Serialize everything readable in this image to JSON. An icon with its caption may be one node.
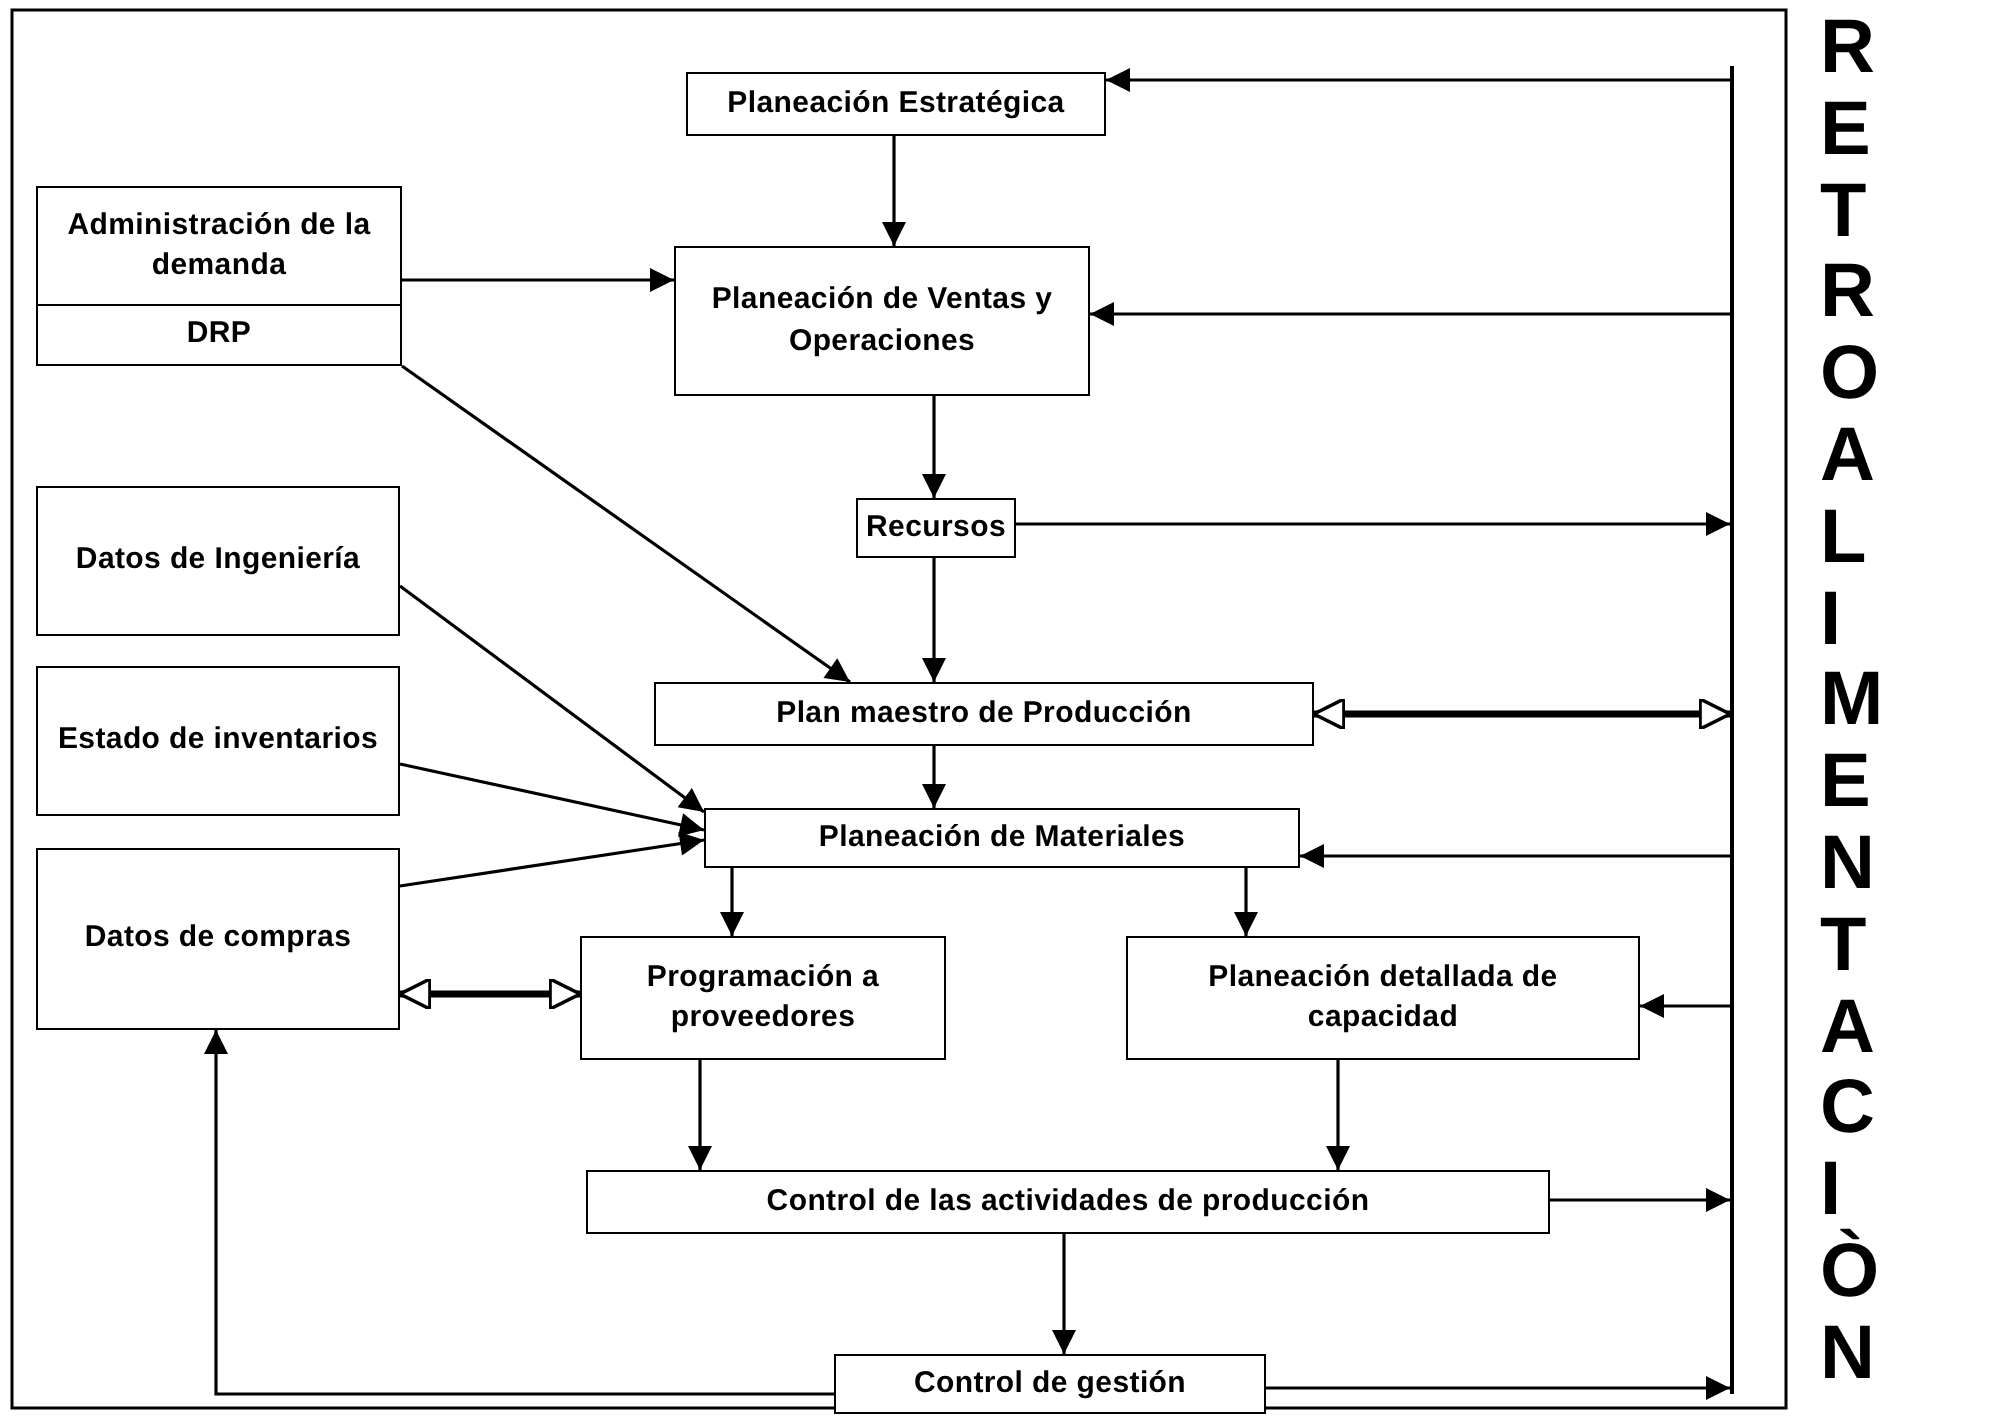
{
  "diagram": {
    "nodes": [
      {
        "text": [
          "Planeación Estratégica"
        ]
      },
      {
        "text": [
          "Administración de la demanda",
          "DRP"
        ]
      },
      {
        "text": [
          "Planeación de Ventas y Operaciones"
        ]
      },
      {
        "text": [
          "Recursos"
        ]
      },
      {
        "text": [
          "Datos de Ingeniería"
        ]
      },
      {
        "text": [
          "Plan maestro de Producción"
        ]
      },
      {
        "text": [
          "Estado de inventarios"
        ]
      },
      {
        "text": [
          "Planeación de Materiales"
        ]
      },
      {
        "text": [
          "Datos de compras"
        ]
      },
      {
        "text": [
          "Programación a proveedores"
        ]
      },
      {
        "text": [
          "Planeación detallada de capacidad"
        ]
      },
      {
        "text": [
          "Control de las actividades de producción"
        ]
      },
      {
        "text": [
          "Control de gestión"
        ]
      },
      {
        "text": [],
        "shape": "bar",
        "beside": [
          "RETROALIMENTACIÒN"
        ]
      }
    ],
    "edges": [
      {
        "from": 0,
        "to": 2,
        "arrow": "to"
      },
      {
        "from": 1,
        "to": 2,
        "arrow": "to"
      },
      {
        "from": 1,
        "to": 5,
        "arrow": "to"
      },
      {
        "from": 2,
        "to": 3,
        "arrow": "to"
      },
      {
        "from": 3,
        "to": 5,
        "arrow": "to"
      },
      {
        "from": 3,
        "to": 13,
        "arrow": "to"
      },
      {
        "from": 13,
        "to": 0,
        "arrow": "to"
      },
      {
        "from": 13,
        "to": 2,
        "arrow": "to"
      },
      {
        "from": 5,
        "to": 13,
        "arrow": "both",
        "style": "thick"
      },
      {
        "from": 5,
        "to": 7,
        "arrow": "to"
      },
      {
        "from": 4,
        "to": 7,
        "arrow": "to"
      },
      {
        "from": 6,
        "to": 7,
        "arrow": "to"
      },
      {
        "from": 8,
        "to": 7,
        "arrow": "to"
      },
      {
        "from": 7,
        "to": 9,
        "arrow": "to"
      },
      {
        "from": 7,
        "to": 10,
        "arrow": "to"
      },
      {
        "from": 13,
        "to": 7,
        "arrow": "to"
      },
      {
        "from": 8,
        "to": 9,
        "arrow": "both",
        "style": "thick"
      },
      {
        "from": 13,
        "to": 10,
        "arrow": "to"
      },
      {
        "from": 9,
        "to": 11,
        "arrow": "to"
      },
      {
        "from": 10,
        "to": 11,
        "arrow": "to"
      },
      {
        "from": 11,
        "to": 13,
        "arrow": "to"
      },
      {
        "from": 11,
        "to": 12,
        "arrow": "to"
      },
      {
        "from": 12,
        "to": 13,
        "arrow": "to"
      },
      {
        "from": 12,
        "to": 8,
        "arrow": "to"
      }
    ]
  }
}
